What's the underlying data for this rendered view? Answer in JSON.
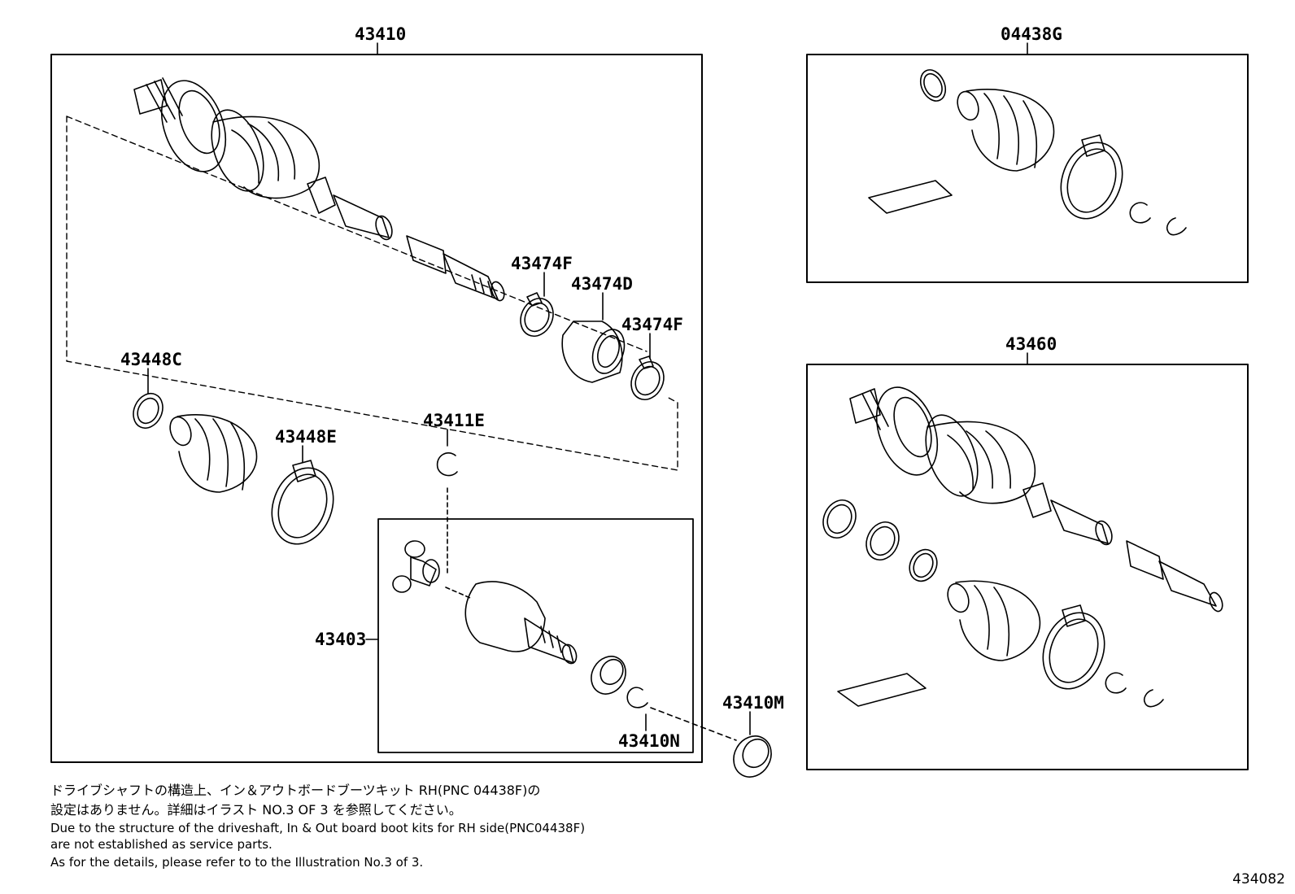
{
  "labels": {
    "p43410": "43410",
    "p04438G": "04438G",
    "p43460": "43460",
    "p43474F_a": "43474F",
    "p43474D": "43474D",
    "p43474F_b": "43474F",
    "p43448C": "43448C",
    "p43448E": "43448E",
    "p43411E": "43411E",
    "p43403": "43403",
    "p43410M": "43410M",
    "p43410N": "43410N"
  },
  "notes": {
    "jp_line1": "ドライブシャフトの構造上、イン＆アウトボードブーツキット RH(PNC 04438F)の",
    "jp_line2": "設定はありません。詳細はイラスト NO.3 OF 3 を参照してください。",
    "en_line1": "Due to the structure of the driveshaft, In & Out board  boot kits for RH side(PNC04438F)",
    "en_line2": "are not established as service parts.",
    "en_line3": "As for the details, please refer to to the Illustration No.3 of 3."
  },
  "illustration_id": "434082"
}
